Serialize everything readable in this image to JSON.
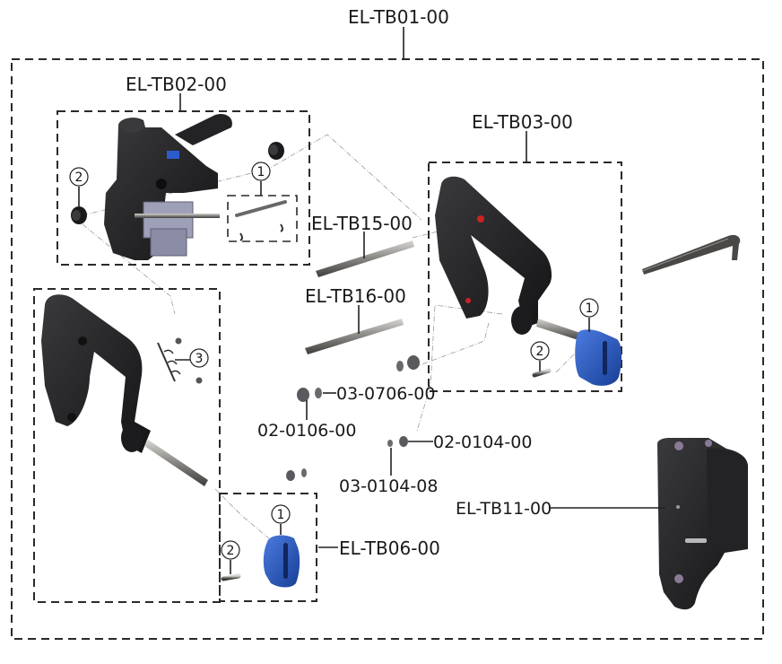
{
  "title": "EL-TB01-00",
  "assemblies": {
    "tb02": "EL-TB02-00",
    "tb03": "EL-TB03-00",
    "tb15": "EL-TB15-00",
    "tb16": "EL-TB16-00",
    "tb06": "EL-TB06-00",
    "tb11": "EL-TB11-00"
  },
  "hardware": {
    "washer_large": "03-0706-00",
    "nut_large": "02-0106-00",
    "nut_small": "02-0104-00",
    "washer_small": "03-0104-08"
  },
  "callouts": {
    "one": "1",
    "two": "2",
    "three": "3"
  },
  "colors": {
    "part_black": "#1b1b1d",
    "part_blue": "#1f4fb2",
    "boundary": "#2a2a2a"
  }
}
